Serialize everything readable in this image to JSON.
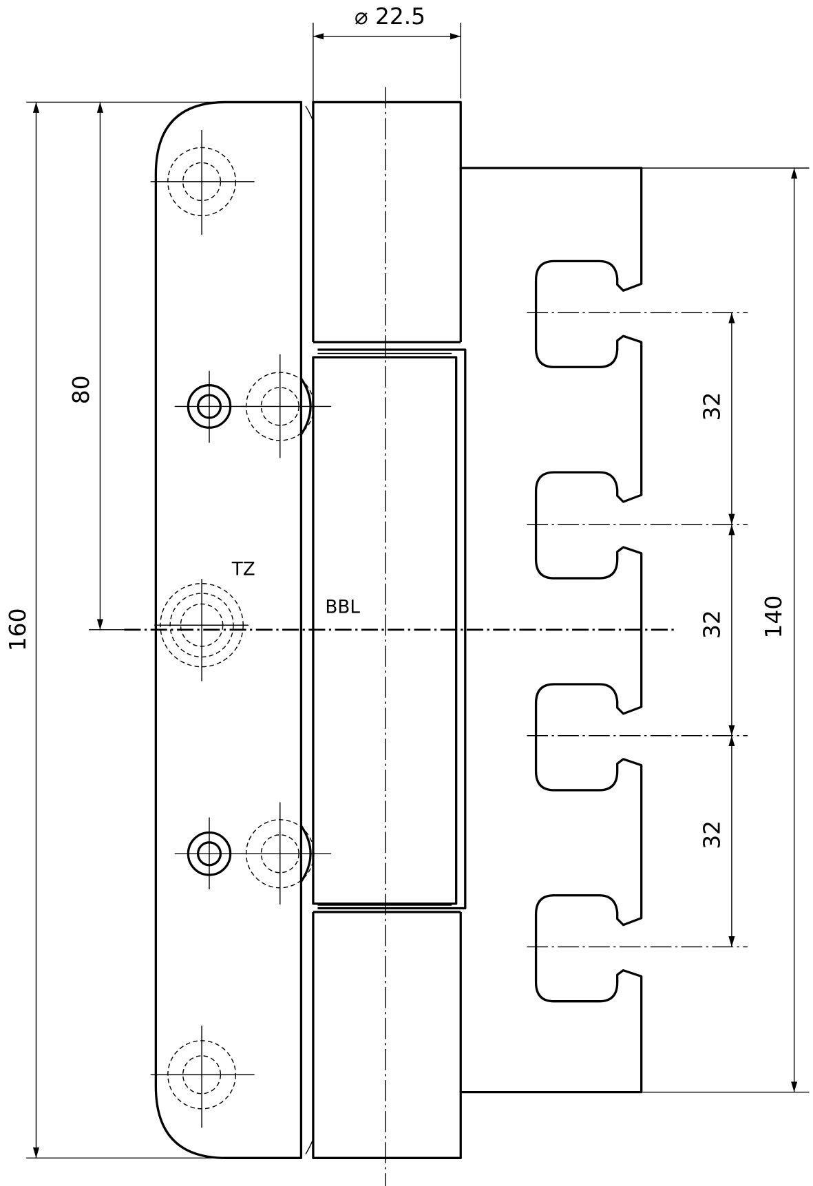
{
  "dimensions": {
    "diameter": "⌀ 22.5",
    "total_height": "160",
    "half_height": "80",
    "right_leaf_height": "140",
    "slot_pitch_1": "32",
    "slot_pitch_2": "32",
    "slot_pitch_3": "32"
  },
  "labels": {
    "tz": "TZ",
    "bbl": "BBL"
  },
  "colors": {
    "line": "#000000",
    "background": "#ffffff"
  }
}
